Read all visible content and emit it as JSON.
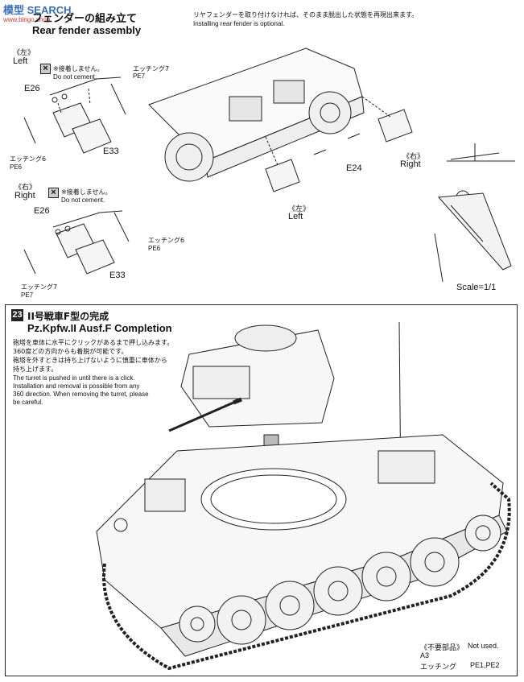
{
  "watermark": {
    "brand": "模型 SEARCH",
    "site": "www.bingo.shop"
  },
  "header": {
    "title_jp": "フェンダーの組み立て",
    "title_en": "Rear fender assembly",
    "note_jp": "リヤフェンダーを取り付けなければ、そのまま脱出した状態を再現出来ます。",
    "note_en": "Installing rear fender is optional."
  },
  "left_diagram": {
    "side_jp": "《左》",
    "side_en": "Left",
    "not_cement_jp": "※接着しません。",
    "not_cement_en": "Do not cement.",
    "part_etching_upper": "エッチング7",
    "part_pe_upper": "PE7",
    "part_e26": "E26",
    "part_etching_lower": "エッチング6",
    "part_pe_lower": "PE6",
    "part_e33": "E33"
  },
  "right_diagram": {
    "side_jp": "《右》",
    "side_en": "Right",
    "not_cement_jp": "※接着しません。",
    "not_cement_en": "Do not cement.",
    "part_e26": "E26",
    "part_etching_right": "エッチング6",
    "part_pe_right": "PE6",
    "part_etching_lower": "エッチング7",
    "part_pe_lower": "PE7",
    "part_e33": "E33"
  },
  "main_diagram": {
    "right_jp": "《右》",
    "right_en": "Right",
    "left_jp": "《左》",
    "left_en": "Left",
    "part_e24": "E24",
    "scale": "Scale=1/1"
  },
  "step23": {
    "number": "23",
    "title_jp": "II号戦車F型の完成",
    "title_en": "Pz.Kpfw.II Ausf.F Completion",
    "note_jp_1": "砲塔を車体に水平にクリックがあるまで押し込みます。",
    "note_jp_2": "360度どの方向からも着脱が可能です。",
    "note_jp_3": "砲塔を外すときは持ち上げないように慎重に車体から",
    "note_jp_4": "持ち上げます。",
    "note_en_1": "The turret is pushed in until there is a click.",
    "note_en_2": "Installation and removal is possible from any",
    "note_en_3": "360 direction. When removing the turret, please",
    "note_en_4": "be careful."
  },
  "unused": {
    "label_jp": "《不要部品》",
    "label_en": "Not used.",
    "part_a": "A3",
    "etching_jp": "エッチング",
    "etching_parts": "PE1,PE2"
  }
}
